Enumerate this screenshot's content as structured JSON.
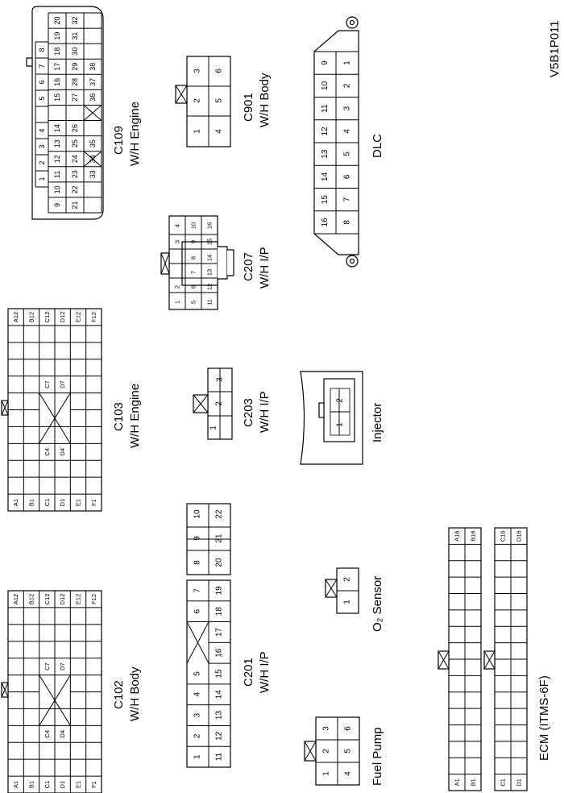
{
  "figure_code": "V5B1P011",
  "connectors": {
    "c109": {
      "label": "C109",
      "sublabel": "W/H Engine",
      "rowA": [
        "9",
        "10",
        "11",
        "12",
        "13",
        "14",
        "",
        "15",
        "16",
        "17",
        "18",
        "19",
        "20"
      ],
      "rowB": [
        "21",
        "22",
        "23",
        "24",
        "25",
        "26",
        "",
        "27",
        "28",
        "29",
        "30",
        "31",
        "32"
      ],
      "rowC": [
        "",
        "",
        "33",
        "34",
        "35",
        "",
        "",
        "36",
        "37",
        "38"
      ],
      "rowLow": [
        "1",
        "2",
        "3",
        "4",
        "",
        "5",
        "6",
        "7",
        "8"
      ]
    },
    "c901": {
      "label": "C901",
      "sublabel": "W/H Body",
      "pins": [
        "1",
        "2",
        "3",
        "4",
        "5",
        "6"
      ]
    },
    "dlc": {
      "label": "DLC",
      "top": [
        "16",
        "15",
        "14",
        "13",
        "12",
        "11",
        "10",
        "9"
      ],
      "bottom": [
        "8",
        "7",
        "6",
        "5",
        "4",
        "3",
        "2",
        "1"
      ]
    },
    "c207": {
      "label": "C207",
      "sublabel": "W/H I/P",
      "pins": [
        "1",
        "2",
        "3",
        "4",
        "5",
        "6",
        "7",
        "8",
        "9",
        "10",
        "11",
        "12",
        "13",
        "14",
        "15",
        "16"
      ]
    },
    "c103": {
      "label": "C103",
      "sublabel": "W/H Engine",
      "left_rows": [
        "A1",
        "B1",
        "C1",
        "D1",
        "E1",
        "F1"
      ],
      "right_rows": [
        "A12",
        "B12",
        "C12",
        "D12",
        "E12",
        "F12"
      ],
      "mid_left": [
        "C4",
        "D4"
      ],
      "mid_right": [
        "C7",
        "D7"
      ]
    },
    "c102": {
      "label": "C102",
      "sublabel": "W/H Body",
      "left_rows": [
        "A1",
        "B1",
        "C1",
        "D1",
        "E1",
        "F1"
      ],
      "right_rows": [
        "A12",
        "B12",
        "C12",
        "D12",
        "E12",
        "F12"
      ],
      "mid_left": [
        "C4",
        "D4"
      ],
      "mid_right": [
        "C7",
        "D7"
      ]
    },
    "c203": {
      "label": "C203",
      "sublabel": "W/H I/P",
      "pins": [
        "1",
        "2",
        "3"
      ]
    },
    "injector": {
      "label": "Injector",
      "pins": [
        "1",
        "2"
      ]
    },
    "c201": {
      "label": "C201",
      "sublabel": "W/H I/P",
      "pins": [
        "1",
        "2",
        "3",
        "4",
        "5",
        "6",
        "7",
        "8",
        "9",
        "10",
        "11",
        "12",
        "13",
        "14",
        "15",
        "16",
        "17",
        "18",
        "19",
        "20",
        "21",
        "22"
      ]
    },
    "o2": {
      "label": "O₂ Sensor",
      "pins": [
        "1",
        "2"
      ]
    },
    "fuel_pump": {
      "label": "Fuel Pump",
      "pins": [
        "1",
        "2",
        "3",
        "4",
        "5",
        "6"
      ]
    },
    "ecm": {
      "label": "ECM (ITMS-6F)",
      "strip1": [
        "A1",
        "B1",
        "A16",
        "B16"
      ],
      "strip2": [
        "C1",
        "D1",
        "C16",
        "D16"
      ]
    }
  }
}
